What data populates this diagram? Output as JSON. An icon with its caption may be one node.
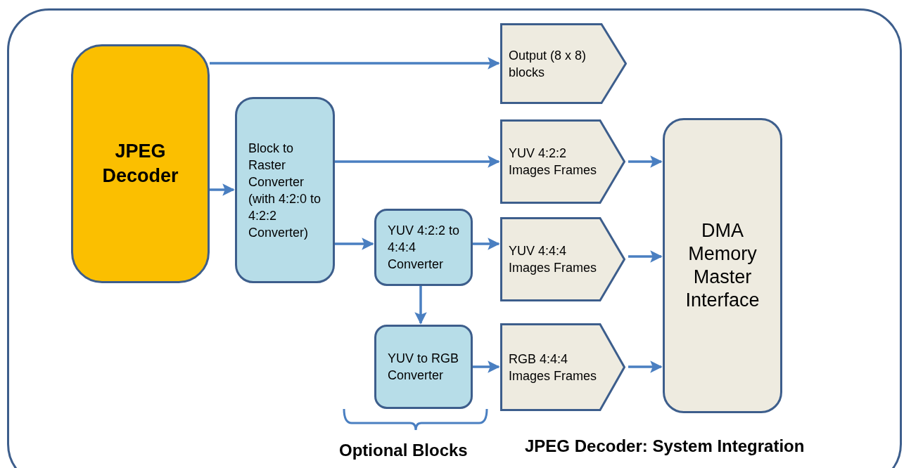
{
  "diagram": {
    "title": "JPEG Decoder: System Integration",
    "nodes": [
      {
        "text": [
          "JPEG Decoder"
        ]
      },
      {
        "text": [
          "Output (8 x 8) blocks"
        ]
      },
      {
        "text": [
          "Block to Raster Converter (with 4:2:0 to 4:2:2 Converter)"
        ]
      },
      {
        "text": [
          "YUV 4:2:2 Images Frames"
        ]
      },
      {
        "text": [
          "DMA Memory Master Interface"
        ]
      },
      {
        "text": [
          "YUV 4:2:2 to 4:4:4 Converter"
        ]
      },
      {
        "text": [
          "YUV 4:4:4 Images Frames"
        ]
      },
      {
        "text": [
          "YUV to RGB Converter"
        ]
      },
      {
        "text": [
          "RGB 4:4:4 Images Frames"
        ]
      }
    ],
    "edges": [
      {
        "from": 0,
        "to": 1,
        "arrow": "to"
      },
      {
        "from": 0,
        "to": 2,
        "arrow": "to"
      },
      {
        "from": 2,
        "to": 3,
        "arrow": "to"
      },
      {
        "from": 2,
        "to": 5,
        "arrow": "to"
      },
      {
        "from": 3,
        "to": 4,
        "arrow": "to"
      },
      {
        "from": 5,
        "to": 6,
        "arrow": "to"
      },
      {
        "from": 6,
        "to": 4,
        "arrow": "to"
      },
      {
        "from": 5,
        "to": 7,
        "arrow": "to"
      },
      {
        "from": 7,
        "to": 8,
        "arrow": "to"
      },
      {
        "from": 8,
        "to": 4,
        "arrow": "to"
      }
    ],
    "labels": [
      "Optional Blocks"
    ]
  }
}
